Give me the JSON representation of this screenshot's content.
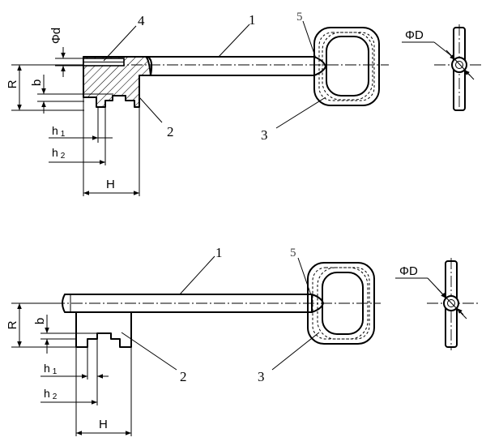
{
  "figure_top": {
    "part_labels": {
      "shank": "1",
      "bit": "2",
      "bow": "3",
      "bore": "4",
      "collar": "5"
    },
    "dimensions": {
      "bore_diameter": "Φd",
      "radius": "R",
      "width": "b",
      "step_1": "h",
      "step_1_sub": "1",
      "step_2": "h",
      "step_2_sub": "2",
      "bit_height": "H"
    },
    "side_view": {
      "diameter": "ΦD"
    }
  },
  "figure_bottom": {
    "part_labels": {
      "shank": "1",
      "bit": "2",
      "bow": "3",
      "collar": "5"
    },
    "dimensions": {
      "radius": "R",
      "width": "b",
      "step_1": "h",
      "step_1_sub": "1",
      "step_2": "h",
      "step_2_sub": "2",
      "bit_height": "H"
    },
    "side_view": {
      "diameter": "ΦD"
    }
  }
}
